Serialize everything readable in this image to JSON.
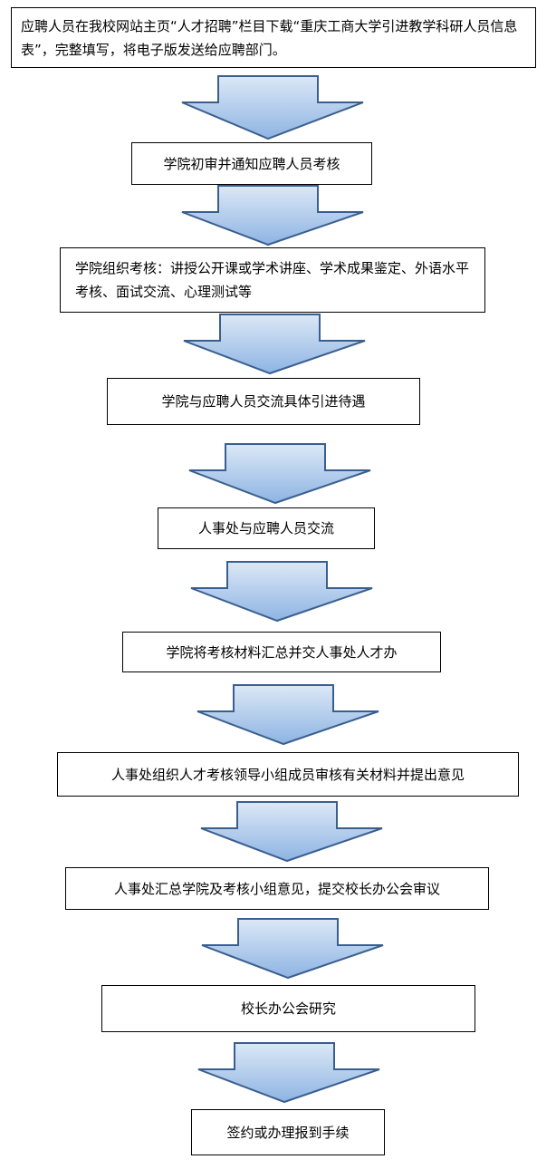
{
  "steps": [
    "应聘人员在我校网站主页“人才招聘”栏目下载“重庆工商大学引进教学科研人员信息表”，完整填写，将电子版发送给应聘部门。",
    "学院初审并通知应聘人员考核",
    "学院组织考核：讲授公开课或学术讲座、学术成果鉴定、外语水平考核、面试交流、心理测试等",
    "学院与应聘人员交流具体引进待遇",
    "人事处与应聘人员交流",
    "学院将考核材料汇总并交人事处人才办",
    "人事处组织人才考核领导小组成员审核有关材料并提出意见",
    "人事处汇总学院及考核小组意见，提交校长办公会审议",
    "校长办公会研究",
    "签约或办理报到手续"
  ],
  "colors": {
    "arrow_fill_top": "#c6d9f1",
    "arrow_fill_bottom": "#8eb4e3",
    "arrow_stroke": "#3a5f8f"
  }
}
